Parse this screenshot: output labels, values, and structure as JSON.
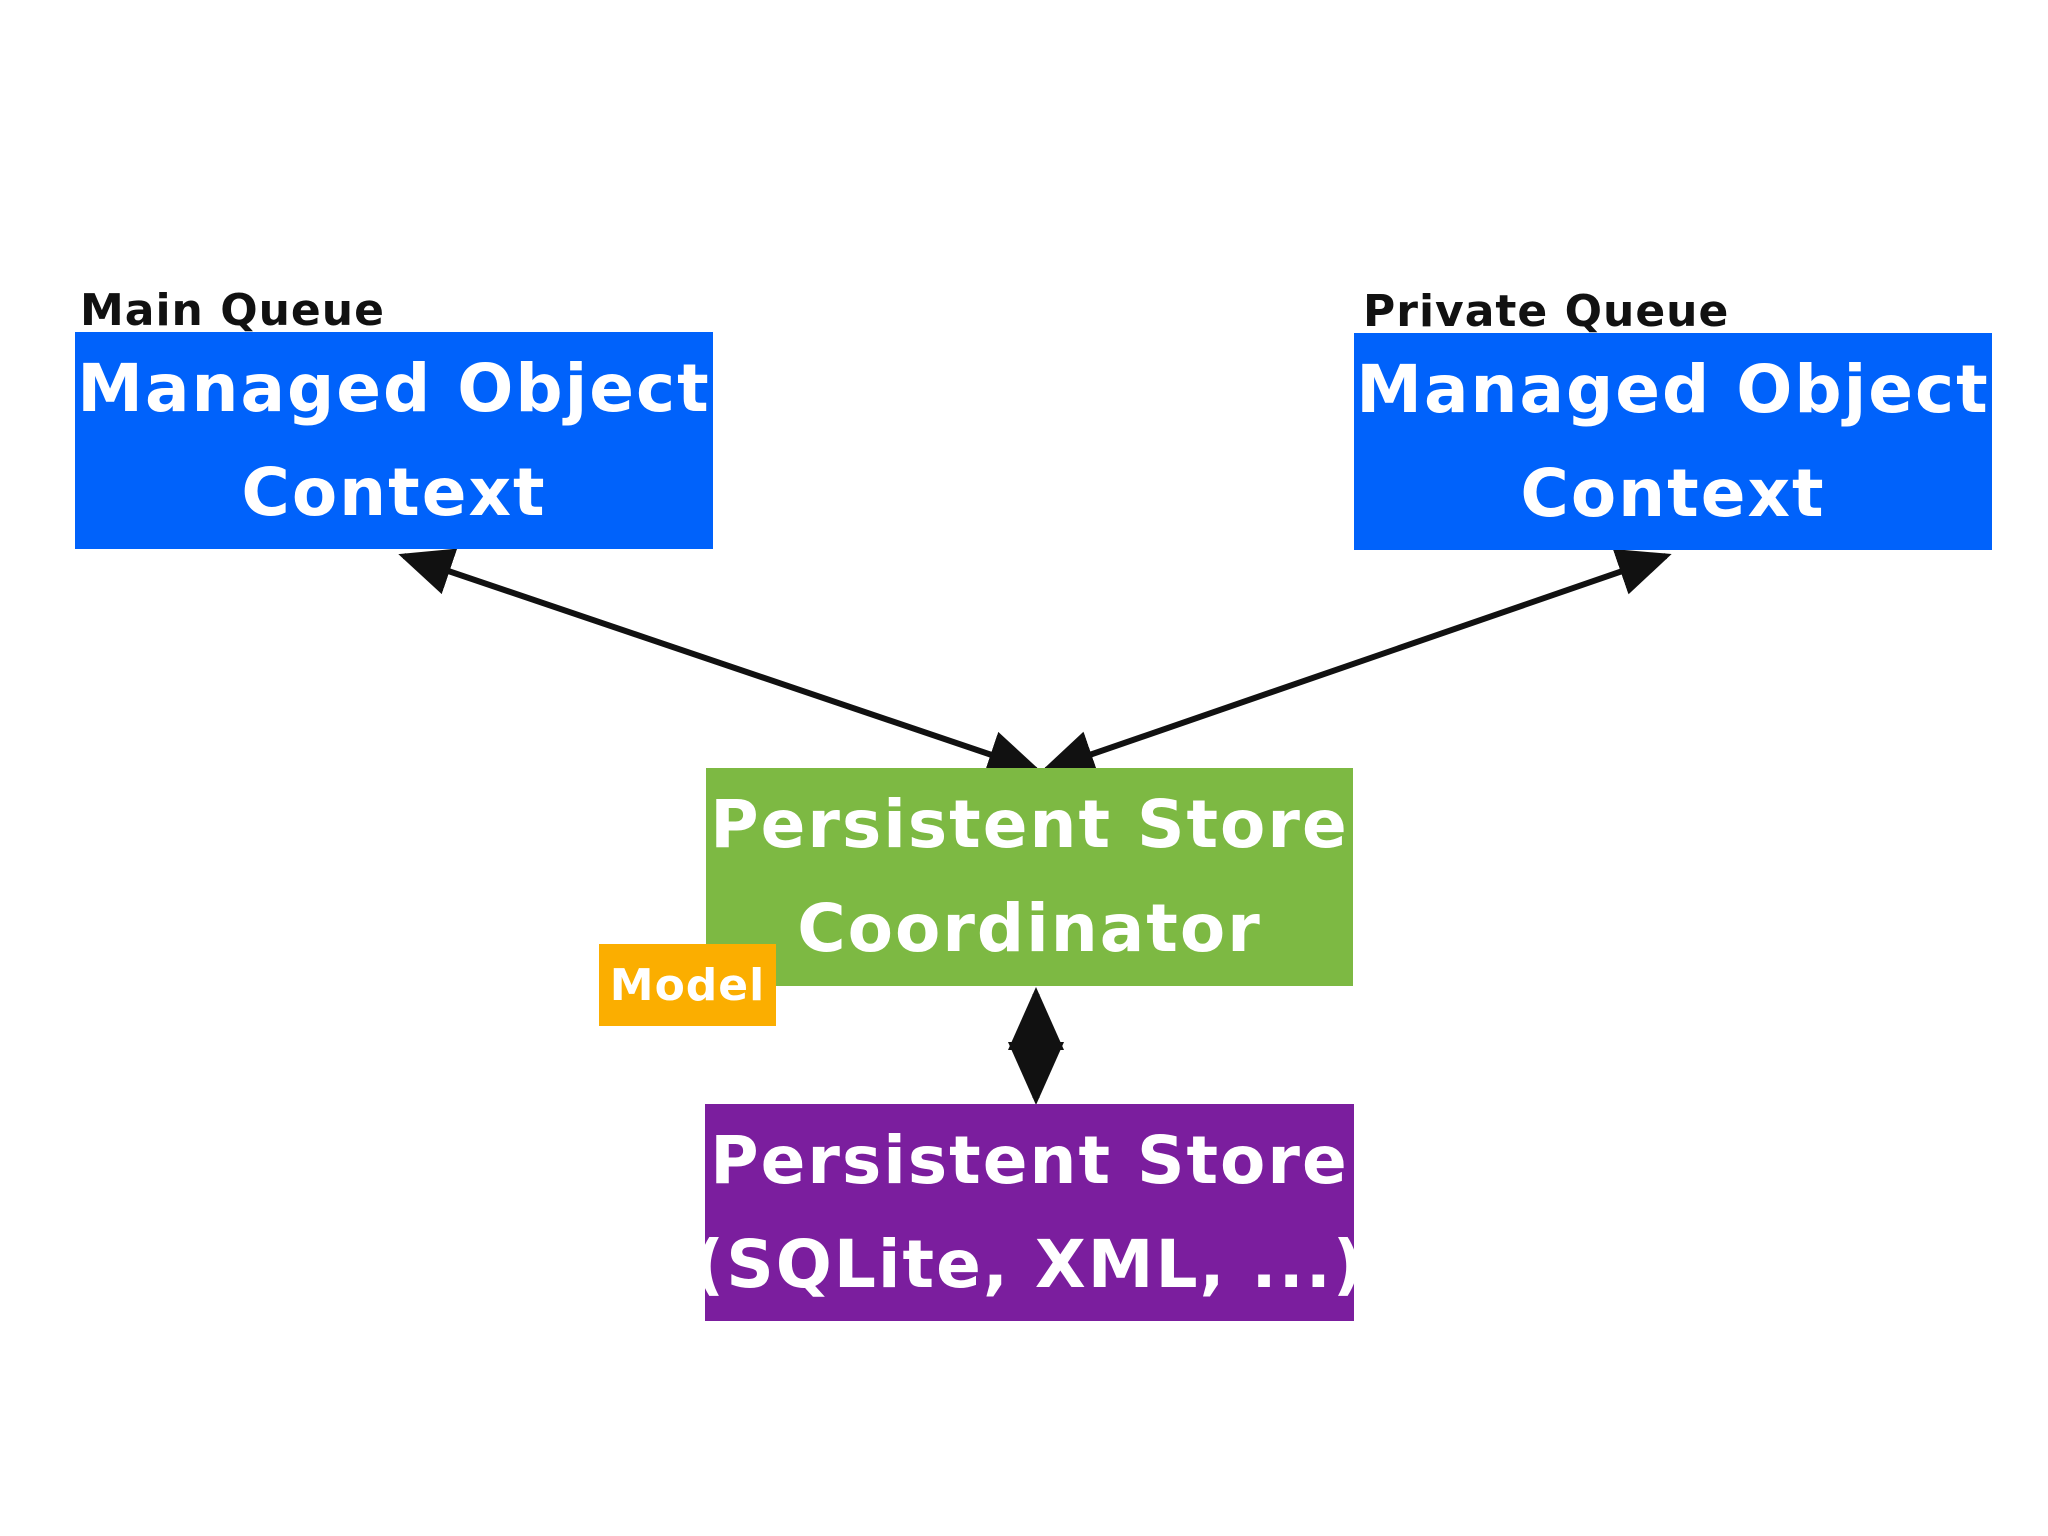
{
  "colors": {
    "context_box": "#0062FB",
    "coordinator_box": "#7DB943",
    "store_box": "#7B1E9E",
    "model_badge": "#FBAE00",
    "arrow": "#111111"
  },
  "nodes": {
    "main_context": {
      "queue_label": "Main Queue",
      "line1": "Managed Object",
      "line2": "Context"
    },
    "private_context": {
      "queue_label": "Private Queue",
      "line1": "Managed Object",
      "line2": "Context"
    },
    "coordinator": {
      "line1": "Persistent Store",
      "line2": "Coordinator"
    },
    "model": {
      "label": "Model"
    },
    "store": {
      "line1": "Persistent Store",
      "line2": "(SQLite, XML, ...)"
    }
  },
  "edges": [
    {
      "from": "main_context",
      "to": "coordinator",
      "direction": "bidirectional"
    },
    {
      "from": "private_context",
      "to": "coordinator",
      "direction": "bidirectional"
    },
    {
      "from": "coordinator",
      "to": "store",
      "direction": "bidirectional"
    }
  ]
}
